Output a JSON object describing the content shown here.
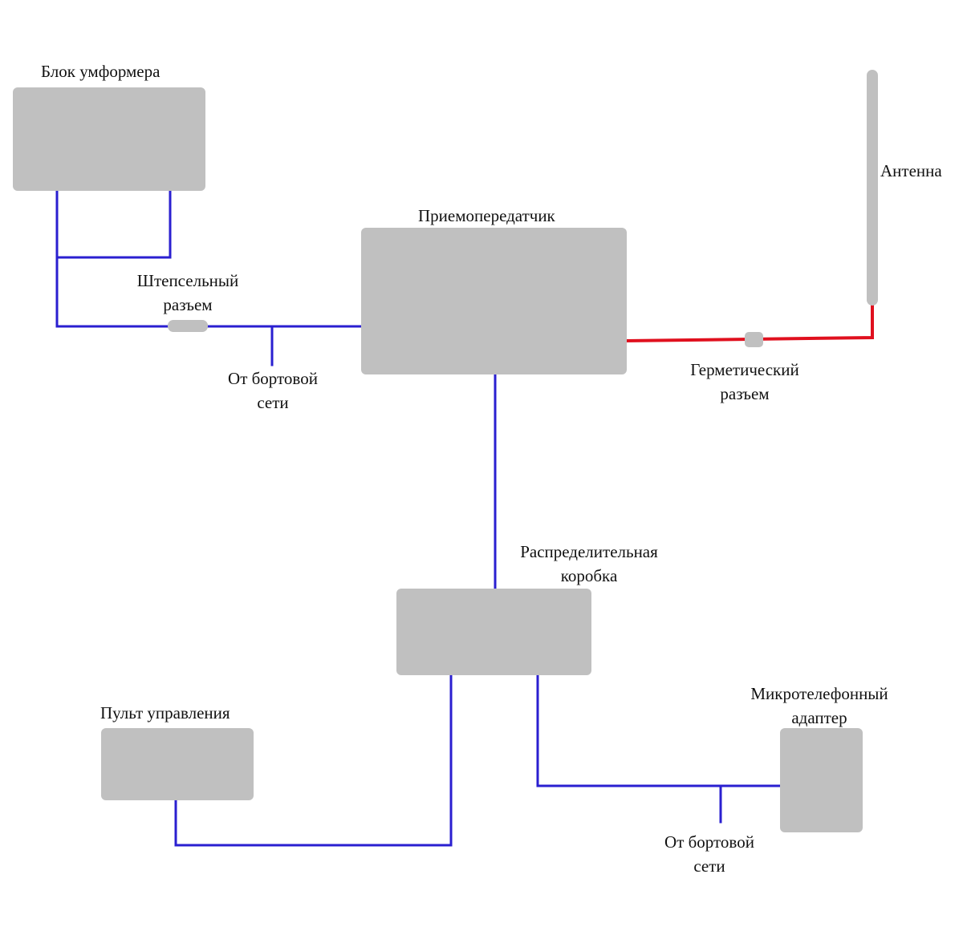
{
  "colors": {
    "box_fill": "#c0c0c0",
    "signal_wire": "#2a1fd0",
    "rf_wire": "#e0101e"
  },
  "nodes": {
    "umformer": {
      "label": "Блок умформера"
    },
    "transceiver": {
      "label": "Приемопередатчик"
    },
    "antenna": {
      "label": "Антенна"
    },
    "distribution_box": {
      "label_line1": "Распределительная",
      "label_line2": "коробка"
    },
    "control_panel": {
      "label": "Пульт управления"
    },
    "handset_adapter": {
      "label_line1": "Микротелефонный",
      "label_line2": "адаптер"
    }
  },
  "connectors": {
    "plug_connector": {
      "label_line1": "Штепсельный",
      "label_line2": "разъем"
    },
    "sealed_connector": {
      "label_line1": "Герметический",
      "label_line2": "разъем"
    }
  },
  "power_inputs": {
    "onboard_power_top": {
      "label_line1": "От бортовой",
      "label_line2": "сети"
    },
    "onboard_power_bottom": {
      "label_line1": "От бортовой",
      "label_line2": "сети"
    }
  }
}
